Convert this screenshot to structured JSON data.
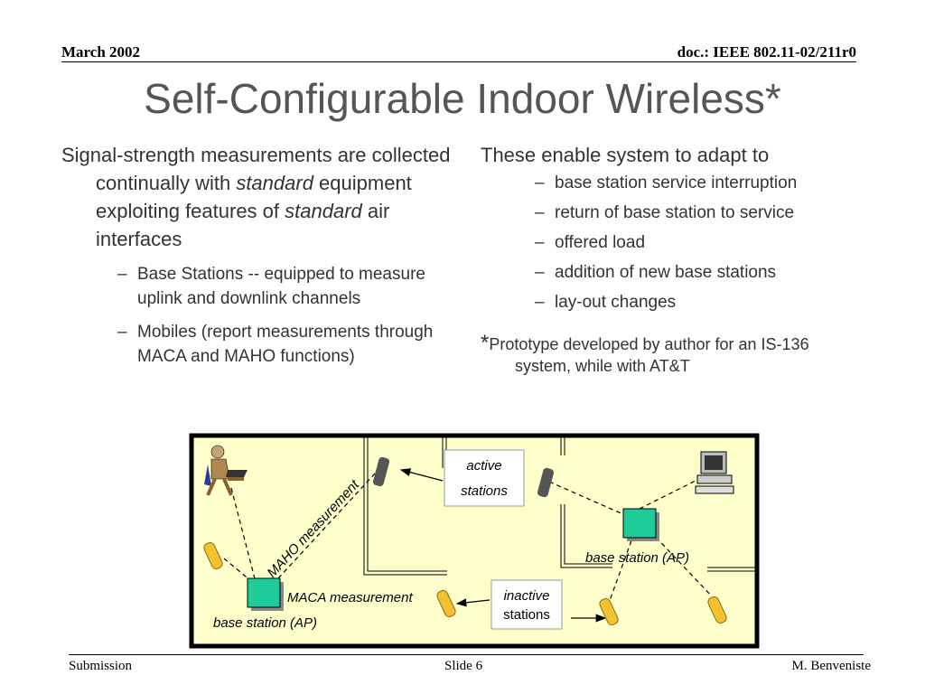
{
  "header": {
    "date": "March 2002",
    "doc": "doc.: IEEE 802.11-02/211r0"
  },
  "title": "Self-Configurable Indoor Wireless*",
  "left": {
    "lead_a": "Signal-strength measurements are collected continually with ",
    "lead_b": "standard",
    "lead_c": " equipment exploiting features of ",
    "lead_d": "standard",
    "lead_e": " air interfaces",
    "items": [
      "Base Stations -- equipped to measure uplink and downlink channels",
      "Mobiles (report measurements through MACA and MAHO functions)"
    ]
  },
  "right": {
    "lead": "These enable system to adapt to",
    "items": [
      "base station service interruption",
      "return of base station to service",
      "offered load",
      "addition of new base stations",
      "lay-out changes"
    ],
    "note_mark": "*",
    "note": "Prototype developed by author for an IS-136 system, while with AT&T"
  },
  "diagram": {
    "active_1": "active",
    "active_2": "stations",
    "inactive_1": "inactive",
    "inactive_2": "stations",
    "bs_right": "base station (AP)",
    "bs_left": "base station (AP)",
    "maca": "MACA measurement",
    "maho": "MAHO measurement",
    "colors": {
      "background": "#ffffcc",
      "station": "#1fcc99",
      "phone": "#f2c230",
      "handset": "#555555"
    }
  },
  "footer": {
    "left": "Submission",
    "center": "Slide 6",
    "right": "M. Benveniste"
  }
}
